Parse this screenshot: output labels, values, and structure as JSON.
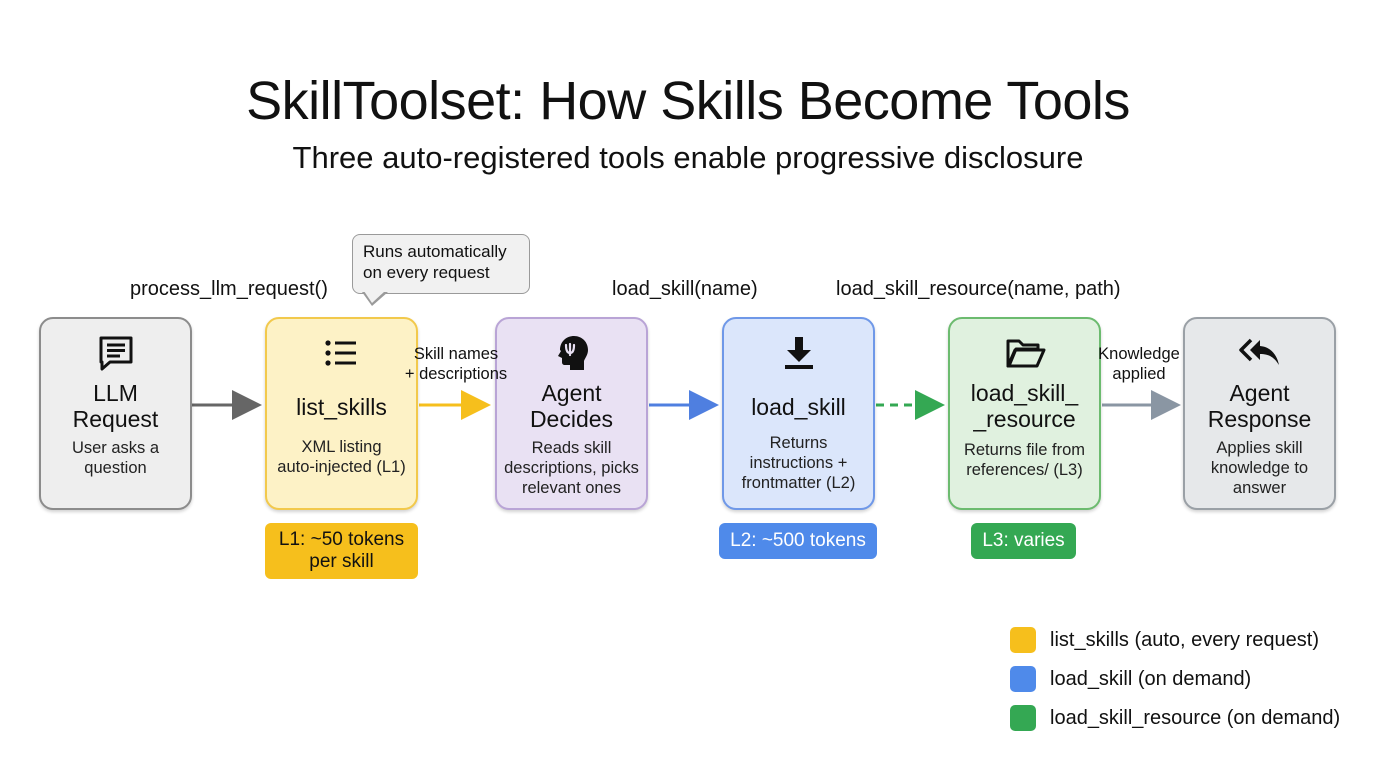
{
  "title": "SkillToolset: How Skills Become Tools",
  "subtitle": "Three auto-registered tools enable progressive disclosure",
  "function_labels": {
    "process": "process_llm_request()",
    "load_skill": "load_skill(name)",
    "load_resource": "load_skill_resource(name, path)"
  },
  "callout": {
    "text": "Runs automatically on every request"
  },
  "nodes": [
    {
      "name_lines": [
        "LLM",
        "Request"
      ],
      "desc_lines": [
        "User asks a",
        "question"
      ],
      "icon": "chat-message-icon"
    },
    {
      "name_lines": [
        "list_skills"
      ],
      "desc_lines": [
        "XML listing",
        "auto-injected (L1)"
      ],
      "icon": "list-icon"
    },
    {
      "name_lines": [
        "Agent",
        "Decides"
      ],
      "desc_lines": [
        "Reads skill",
        "descriptions, picks",
        "relevant ones"
      ],
      "icon": "brain-head-icon"
    },
    {
      "name_lines": [
        "load_skill"
      ],
      "desc_lines": [
        "Returns",
        "instructions +",
        "frontmatter (L2)"
      ],
      "icon": "download-icon"
    },
    {
      "name_lines": [
        "load_skill_",
        "_resource"
      ],
      "desc_lines": [
        "Returns file from",
        "references/ (L3)"
      ],
      "icon": "folder-open-icon"
    },
    {
      "name_lines": [
        "Agent",
        "Response"
      ],
      "desc_lines": [
        "Applies skill",
        "knowledge to",
        "answer"
      ],
      "icon": "reply-all-icon"
    }
  ],
  "edge_labels": {
    "skill_names": [
      "Skill names",
      "+ descriptions"
    ],
    "knowledge": [
      "Knowledge",
      "applied"
    ]
  },
  "badges": {
    "l1": [
      "L1: ~50 tokens",
      "per skill"
    ],
    "l2": "L2: ~500 tokens",
    "l3": "L3: varies"
  },
  "legend": [
    {
      "label": "list_skills (auto, every request)",
      "color": "#f6bf1c"
    },
    {
      "label": "load_skill (on demand)",
      "color": "#4f8aea"
    },
    {
      "label": "load_skill_resource (on demand)",
      "color": "#34a853"
    }
  ],
  "colors": {
    "gray_arrow": "#666666",
    "yellow_arrow": "#f6bf1c",
    "blue_arrow": "#4f7fe0",
    "green_arrow": "#34a853",
    "slate_arrow": "#8a96a3"
  }
}
